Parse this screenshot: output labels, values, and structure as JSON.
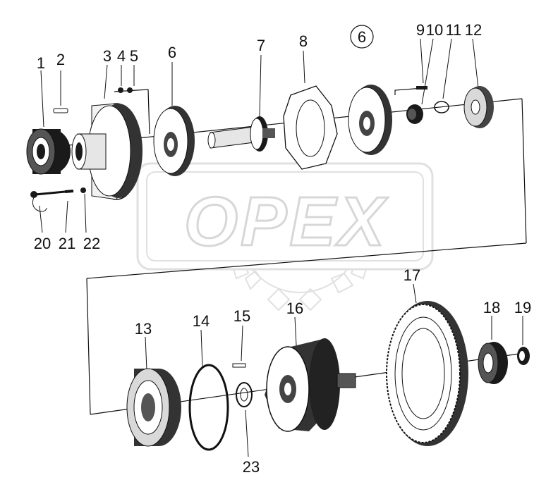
{
  "watermark": {
    "text": "OPEX",
    "color": "#c8c8c8"
  },
  "parts": [
    {
      "id": "p1",
      "number": "1"
    },
    {
      "id": "p2",
      "number": "2"
    },
    {
      "id": "p3",
      "number": "3"
    },
    {
      "id": "p4",
      "number": "4"
    },
    {
      "id": "p5",
      "number": "5"
    },
    {
      "id": "p6a",
      "number": "6"
    },
    {
      "id": "p7",
      "number": "7"
    },
    {
      "id": "p8",
      "number": "8"
    },
    {
      "id": "p6b",
      "number": "6"
    },
    {
      "id": "p9",
      "number": "9"
    },
    {
      "id": "p10",
      "number": "10"
    },
    {
      "id": "p11",
      "number": "11"
    },
    {
      "id": "p12",
      "number": "12"
    },
    {
      "id": "p20",
      "number": "20"
    },
    {
      "id": "p21",
      "number": "21"
    },
    {
      "id": "p22",
      "number": "22"
    },
    {
      "id": "p13",
      "number": "13"
    },
    {
      "id": "p14",
      "number": "14"
    },
    {
      "id": "p15",
      "number": "15"
    },
    {
      "id": "p16",
      "number": "16"
    },
    {
      "id": "p17",
      "number": "17"
    },
    {
      "id": "p18",
      "number": "18"
    },
    {
      "id": "p19",
      "number": "19"
    },
    {
      "id": "p23",
      "number": "23"
    }
  ]
}
